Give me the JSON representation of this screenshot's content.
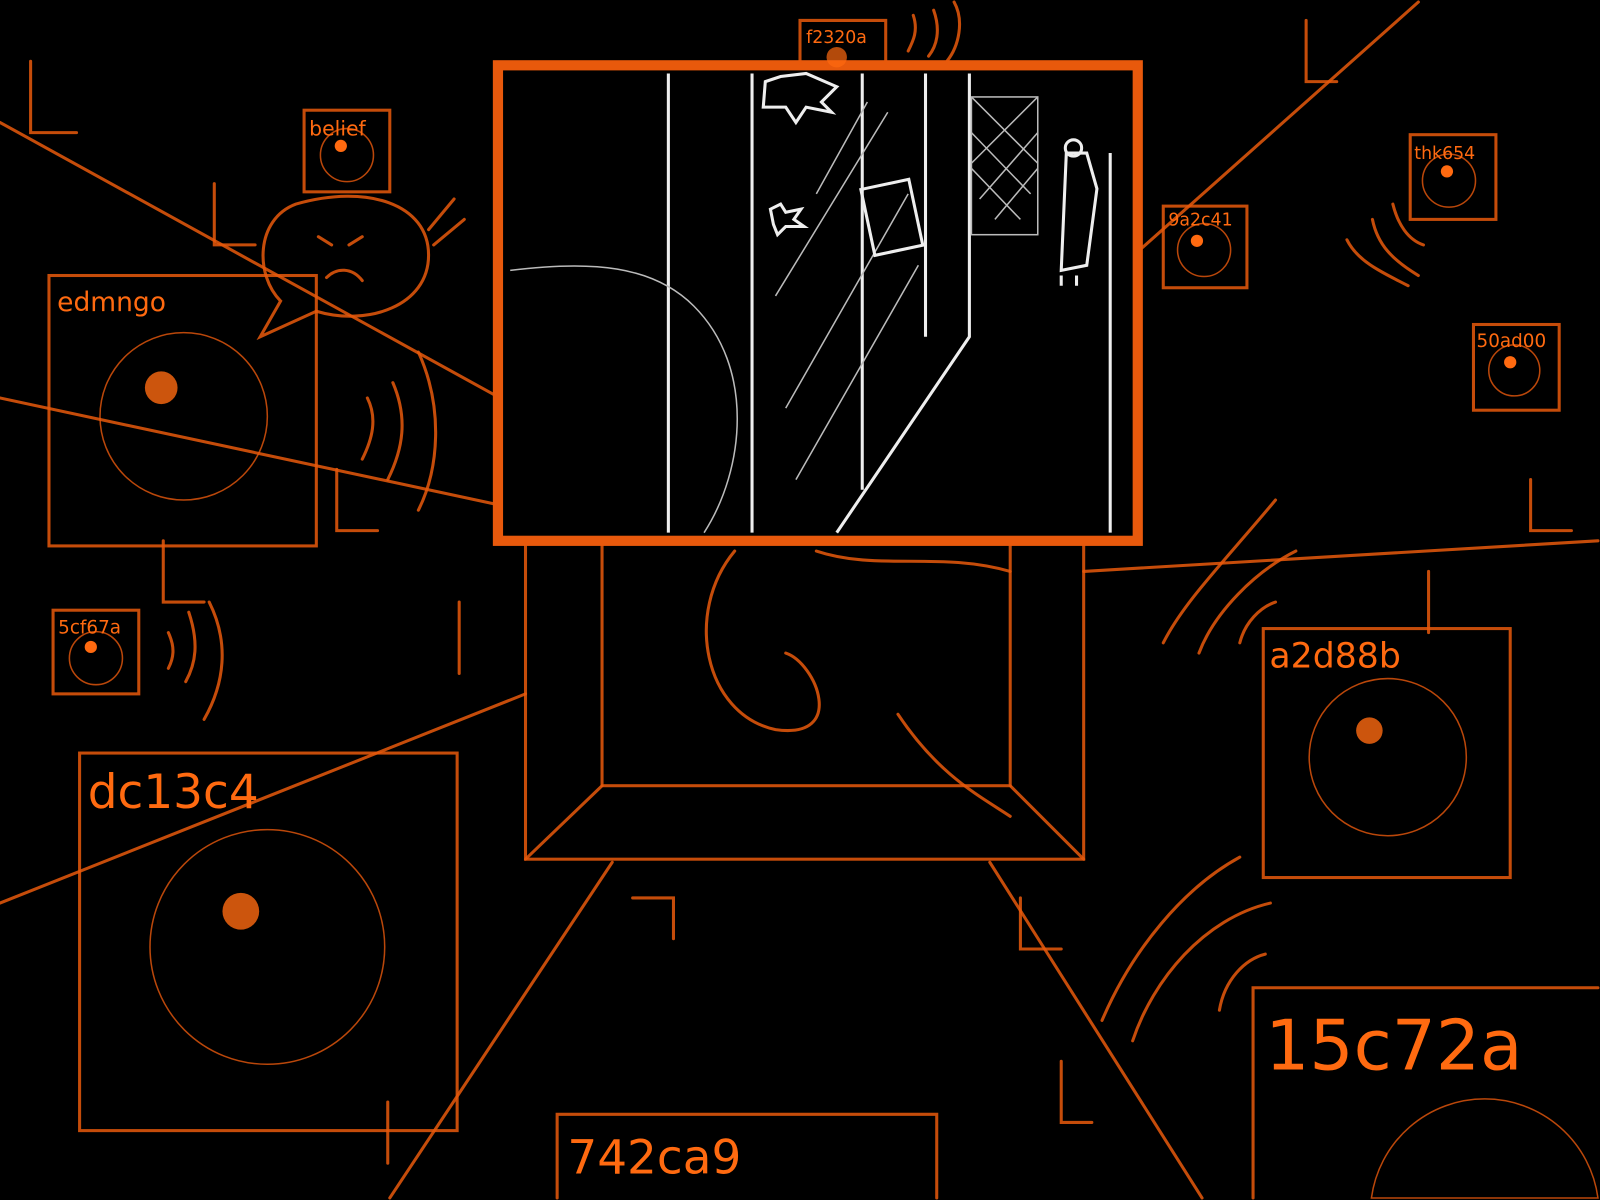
{
  "nodes": [
    {
      "id": "belief"
    },
    {
      "id": "edmngo"
    },
    {
      "id": "5cf67a"
    },
    {
      "id": "dc13c4"
    },
    {
      "id": "742ca9"
    },
    {
      "id": "15c72a"
    },
    {
      "id": "a2d88b"
    },
    {
      "id": "50ad00"
    },
    {
      "id": "thk654"
    },
    {
      "id": "9a2c41"
    },
    {
      "id": "f2320a"
    }
  ],
  "colors": {
    "accent": "#e8590c",
    "label": "#ff6a10",
    "sketch": "#eeeeee",
    "background": "#000000"
  }
}
